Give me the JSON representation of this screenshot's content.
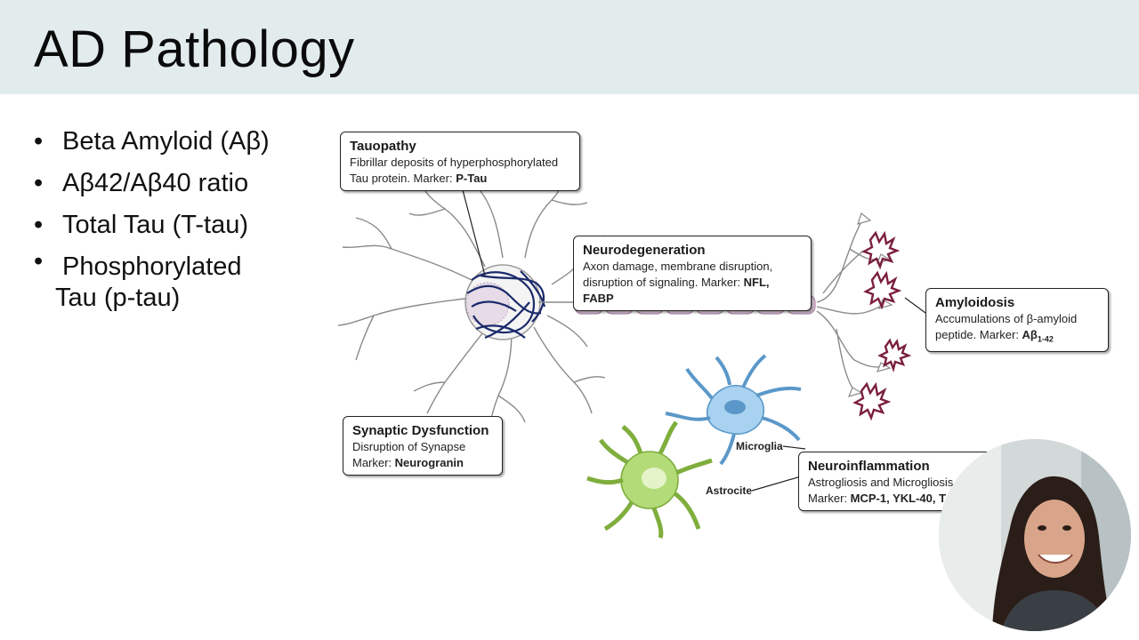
{
  "slide": {
    "title": "AD Pathology",
    "bullets": [
      {
        "dot": "•",
        "text": "Beta Amyloid (Aβ)"
      },
      {
        "dot": "•",
        "text": "Aβ42/Aβ40 ratio"
      },
      {
        "dot": "•",
        "text": "Total Tau (T-tau)"
      },
      {
        "dot": "•",
        "line1": "Phosphorylated",
        "line2": "Tau (p-tau)"
      }
    ]
  },
  "diagram": {
    "tauopathy": {
      "heading": "Tauopathy",
      "line1": "Fibrillar deposits  of hyperphosphorylated",
      "line2_prefix": "Tau protein. Marker: ",
      "marker": "P-Tau"
    },
    "neurodegeneration": {
      "heading": "Neurodegeneration",
      "line1": "Axon damage, membrane disruption,",
      "line2_prefix": "disruption of signaling. Marker: ",
      "marker": "NFL, FABP"
    },
    "amyloidosis": {
      "heading": "Amyloidosis",
      "line1": "Accumulations of β-amyloid",
      "line2_prefix": "peptide. Marker: ",
      "marker": "Aβ",
      "marker_sub": "1-42"
    },
    "synaptic": {
      "heading": "Synaptic Dysfunction",
      "line1": "Disruption of Synapse",
      "line2_prefix": "Marker: ",
      "marker": "Neurogranin"
    },
    "neuroinflammation": {
      "heading": "Neuroinflammation",
      "line1": "Astrogliosis and Microgliosis",
      "line2_prefix": "Marker: ",
      "marker": "MCP-1, YKL-40, T"
    },
    "labels": {
      "microglia": "Microglia",
      "astrocite": "Astrocite"
    },
    "colors": {
      "tangle": "#1b2a6b",
      "axon": "#e6cfe3",
      "plaque": "#7a1f3d",
      "microglia": "#7fb6e0",
      "astrocyte": "#9ccf5a"
    }
  },
  "webcam": {
    "icon": "presenter-video-feed"
  }
}
